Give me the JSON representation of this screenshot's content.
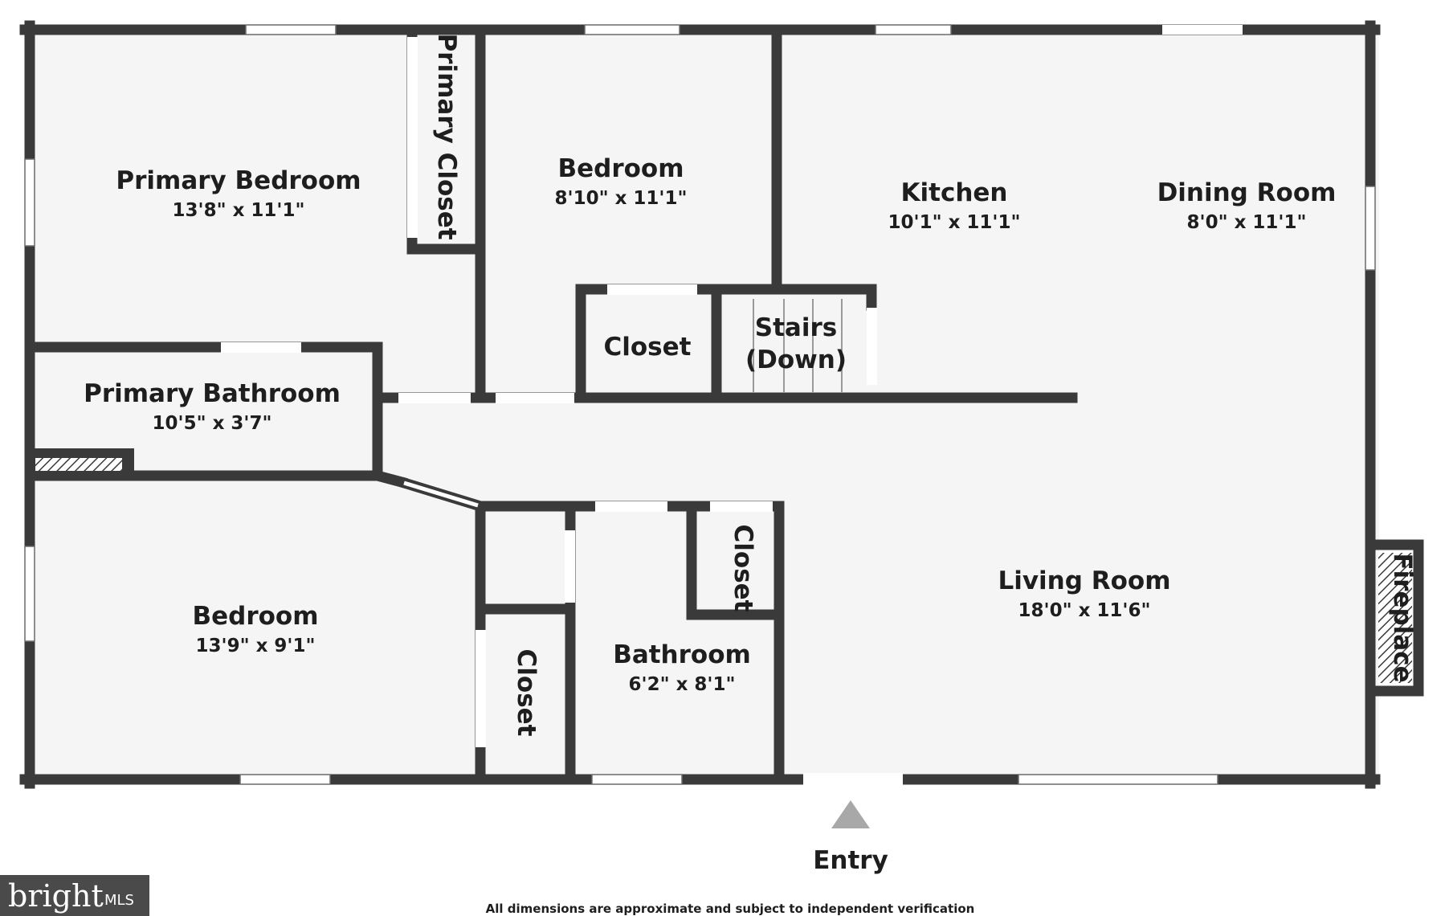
{
  "rooms": {
    "primary_bedroom": {
      "name": "Primary Bedroom",
      "dims": "13'8\" x 11'1\""
    },
    "primary_closet": {
      "name": "Primary Closet"
    },
    "bedroom_top": {
      "name": "Bedroom",
      "dims": "8'10\" x 11'1\""
    },
    "kitchen": {
      "name": "Kitchen",
      "dims": "10'1\" x 11'1\""
    },
    "dining_room": {
      "name": "Dining Room",
      "dims": "8'0\" x 11'1\""
    },
    "closet_center": {
      "name": "Closet"
    },
    "stairs": {
      "name_line1": "Stairs",
      "name_line2": "(Down)"
    },
    "primary_bathroom": {
      "name": "Primary Bathroom",
      "dims": "10'5\" x 3'7\""
    },
    "bedroom_bottom": {
      "name": "Bedroom",
      "dims": "13'9\" x 9'1\""
    },
    "closet_bottom": {
      "name": "Closet"
    },
    "bathroom": {
      "name": "Bathroom",
      "dims": "6'2\" x 8'1\""
    },
    "closet_bath": {
      "name": "Closet"
    },
    "living_room": {
      "name": "Living Room",
      "dims": "18'0\" x 11'6\""
    },
    "fireplace": {
      "name": "Fireplace"
    }
  },
  "entry": {
    "label": "Entry"
  },
  "footnote": "All dimensions are approximate and subject to independent verification",
  "logo": {
    "brand": "bright",
    "suffix": "MLS"
  },
  "colors": {
    "wall": "#3a3a3a",
    "floor": "#f5f5f5",
    "window": "#ffffff",
    "marker": "#a8a8a8",
    "logo_bg": "#4a4a4a"
  }
}
